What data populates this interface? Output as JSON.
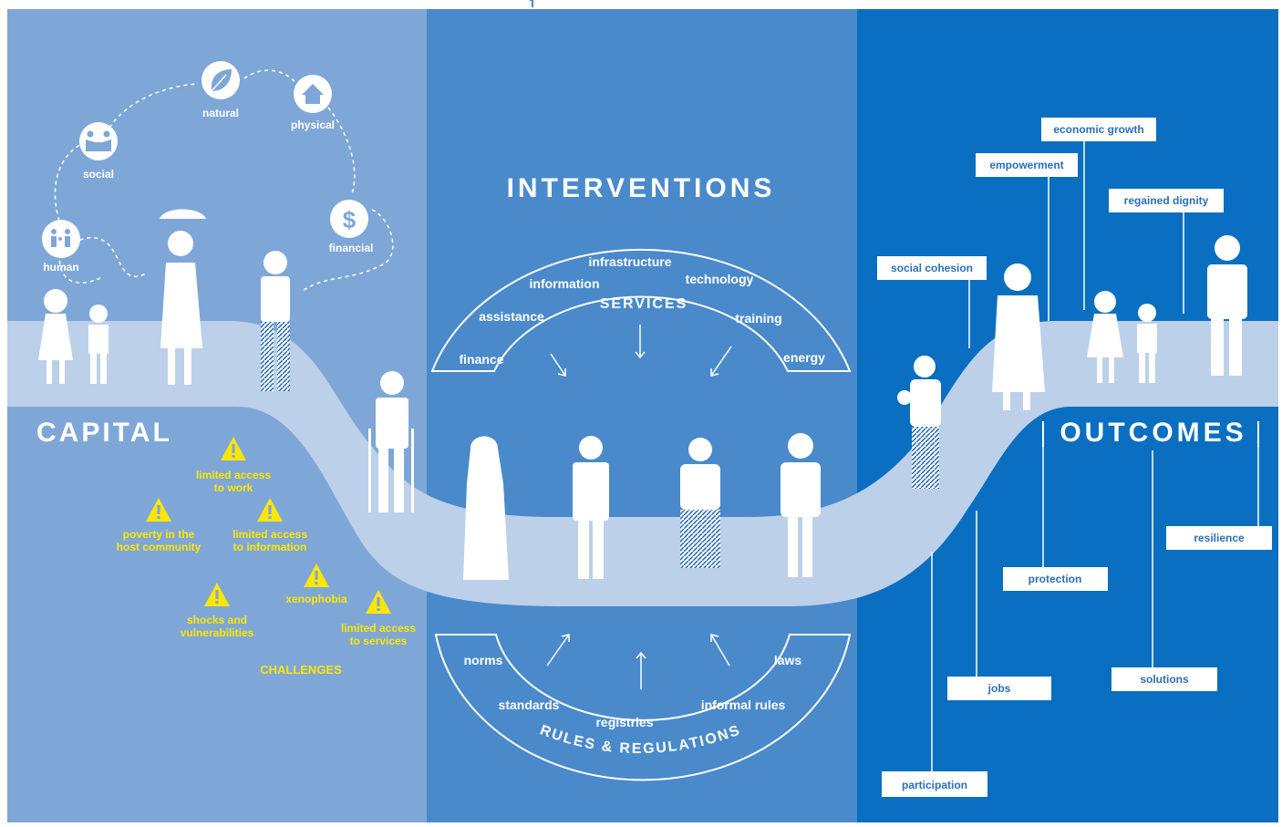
{
  "capital": {
    "title": "CAPITAL",
    "assets": [
      {
        "label": "human",
        "icon": "family-icon"
      },
      {
        "label": "social",
        "icon": "handshake-icon"
      },
      {
        "label": "natural",
        "icon": "leaf-icon"
      },
      {
        "label": "physical",
        "icon": "house-icon"
      },
      {
        "label": "financial",
        "icon": "dollar-icon"
      }
    ]
  },
  "challenges": {
    "title": "CHALLENGES",
    "items": [
      {
        "line1": "limited access",
        "line2": "to work"
      },
      {
        "line1": "poverty in the",
        "line2": "host community"
      },
      {
        "line1": "limited access",
        "line2": "to information"
      },
      {
        "line1": "xenophobia",
        "line2": ""
      },
      {
        "line1": "shocks and",
        "line2": "vulnerabilities"
      },
      {
        "line1": "limited access",
        "line2": "to services"
      }
    ]
  },
  "interventions": {
    "title": "INTERVENTIONS",
    "services_title": "SERVICES",
    "services": [
      "finance",
      "assistance",
      "information",
      "infrastructure",
      "technology",
      "training",
      "energy"
    ],
    "rules_title": "RULES & REGULATIONS",
    "rules": [
      "norms",
      "standards",
      "registries",
      "informal rules",
      "laws"
    ]
  },
  "outcomes": {
    "title": "OUTCOMES",
    "items": [
      "economic growth",
      "empowerment",
      "regained dignity",
      "social cohesion",
      "resilience",
      "protection",
      "solutions",
      "jobs",
      "participation"
    ]
  },
  "colors": {
    "left_panel": "#7ea7d8",
    "middle_panel": "#4a8acb",
    "right_panel": "#0a6fc0",
    "road": "#bcd0ea",
    "warning": "#ffe600"
  }
}
